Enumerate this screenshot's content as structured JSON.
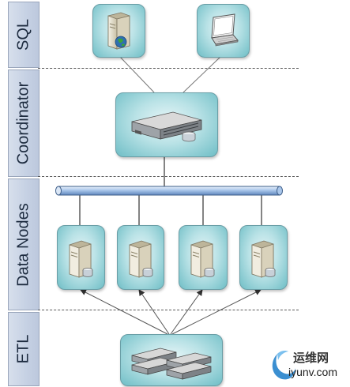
{
  "tiers": [
    {
      "label": "SQL"
    },
    {
      "label": "Coordinator"
    },
    {
      "label": "Data Nodes"
    },
    {
      "label": "ETL"
    }
  ],
  "watermark": {
    "name": "运维网",
    "domain": "iyunv.com"
  },
  "colors": {
    "box": "#9dd5db",
    "rail": "#c7d2e4",
    "bus": "#7fa8d8"
  }
}
